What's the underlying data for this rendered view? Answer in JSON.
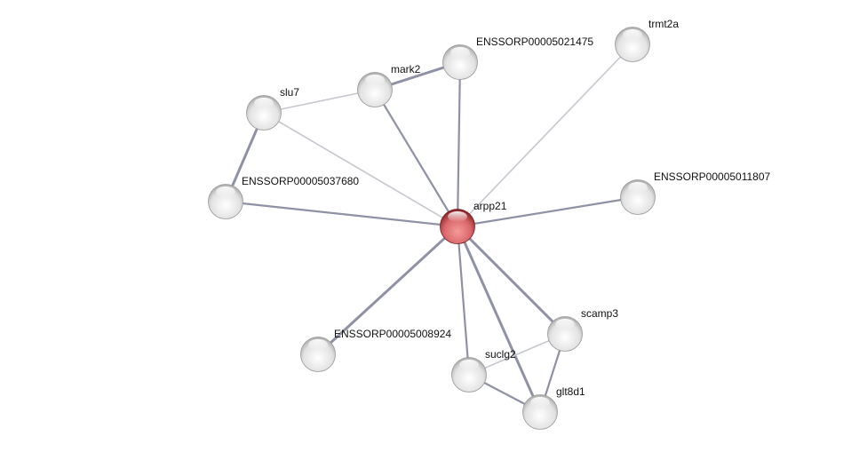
{
  "network": {
    "colors": {
      "query": "#d9575a",
      "node": "#e6e6e6",
      "edge_strong": "#8f91a6",
      "edge_weak": "#c6c7cf"
    },
    "nodes": [
      {
        "id": "arpp21",
        "label": "arpp21",
        "query": true
      },
      {
        "id": "trmt2a",
        "label": "trmt2a"
      },
      {
        "id": "e21475",
        "label": "ENSSORP00005021475"
      },
      {
        "id": "mark2",
        "label": "mark2"
      },
      {
        "id": "slu7",
        "label": "slu7"
      },
      {
        "id": "e37680",
        "label": "ENSSORP00005037680"
      },
      {
        "id": "e11807",
        "label": "ENSSORP00005011807"
      },
      {
        "id": "scamp3",
        "label": "scamp3"
      },
      {
        "id": "e08924",
        "label": "ENSSORP00005008924"
      },
      {
        "id": "suclg2",
        "label": "suclg2"
      },
      {
        "id": "glt8d1",
        "label": "glt8d1"
      }
    ],
    "edges": [
      {
        "a": "arpp21",
        "b": "trmt2a",
        "strength": "weak"
      },
      {
        "a": "arpp21",
        "b": "e21475",
        "strength": "medium"
      },
      {
        "a": "arpp21",
        "b": "mark2",
        "strength": "medium"
      },
      {
        "a": "arpp21",
        "b": "slu7",
        "strength": "weak"
      },
      {
        "a": "arpp21",
        "b": "e37680",
        "strength": "medium"
      },
      {
        "a": "arpp21",
        "b": "e11807",
        "strength": "medium"
      },
      {
        "a": "arpp21",
        "b": "scamp3",
        "strength": "strong"
      },
      {
        "a": "arpp21",
        "b": "e08924",
        "strength": "strong"
      },
      {
        "a": "arpp21",
        "b": "suclg2",
        "strength": "medium"
      },
      {
        "a": "arpp21",
        "b": "glt8d1",
        "strength": "strong"
      },
      {
        "a": "mark2",
        "b": "e21475",
        "strength": "strong"
      },
      {
        "a": "mark2",
        "b": "slu7",
        "strength": "weak"
      },
      {
        "a": "slu7",
        "b": "e37680",
        "strength": "strong"
      },
      {
        "a": "scamp3",
        "b": "suclg2",
        "strength": "weak"
      },
      {
        "a": "scamp3",
        "b": "glt8d1",
        "strength": "medium"
      },
      {
        "a": "suclg2",
        "b": "glt8d1",
        "strength": "medium"
      }
    ]
  }
}
